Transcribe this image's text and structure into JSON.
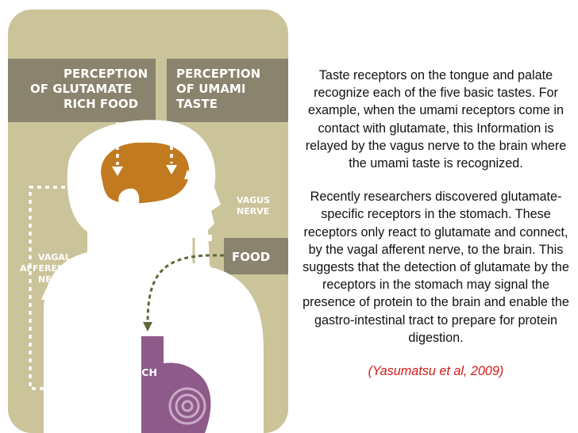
{
  "diagram": {
    "labels": {
      "glutamate_food": [
        "PERCEPTION",
        "OF GLUTAMATE",
        "RICH FOOD"
      ],
      "umami_taste": [
        "PERCEPTION",
        "OF UMAMI",
        "TASTE"
      ],
      "vagus_nerve": [
        "VAGUS",
        "NERVE"
      ],
      "food": "FOOD",
      "vagal_afferent": [
        "VAGAL",
        "AFFERENT",
        "NERVE"
      ],
      "stomach": "STOMACH"
    },
    "colors": {
      "panel": "#cbc39a",
      "label_box": "#8a836d",
      "body": "#ffffff",
      "brain": "#c27a20",
      "stomach": "#8e5a8a",
      "food_path": "#5c6a3a"
    }
  },
  "text": {
    "paragraph1": "Taste receptors on the tongue and palate recognize each of the five basic tastes. For example, when the umami receptors come in contact with glutamate, this Information is relayed by the vagus nerve to the brain where the umami taste is recognized.",
    "paragraph2": "Recently researchers discovered glutamate-specific receptors in the stomach. These receptors only react to glutamate and connect, by the vagal afferent nerve, to the brain. This suggests that the detection of glutamate by the receptors in the stomach may signal the presence of protein to the brain and enable the gastro-intestinal tract to prepare for protein digestion.",
    "citation": "(Yasumatsu et al, 2009)"
  }
}
